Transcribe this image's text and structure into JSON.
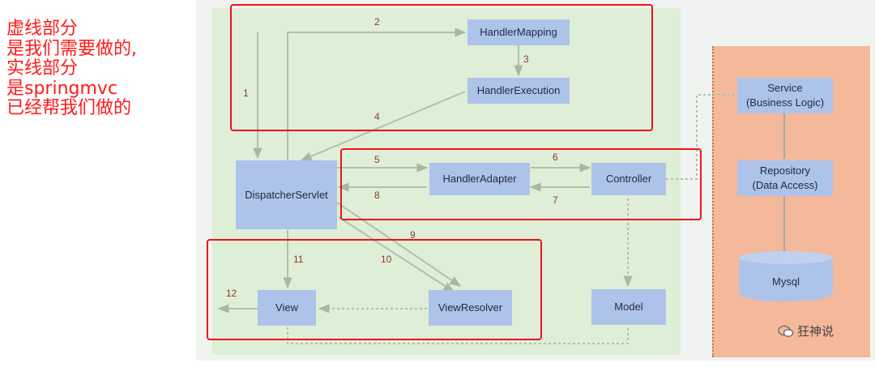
{
  "note": {
    "lines": [
      "虚线部分",
      "是我们需要做的,",
      "实线部分",
      "是springmvc",
      "已经帮我们做的"
    ],
    "color": "#ff1a1a"
  },
  "components": {
    "handler_mapping": "HandlerMapping",
    "handler_execution": "HandlerExecution",
    "dispatcher_servlet": "DispatcherServlet",
    "handler_adapter": "HandlerAdapter",
    "controller": "Controller",
    "view": "View",
    "view_resolver": "ViewResolver",
    "model": "Model",
    "service": "Service\n(Business Logic)",
    "repository": "Repository\n(Data Access)",
    "mysql": "Mysql"
  },
  "steps": [
    "1",
    "2",
    "3",
    "4",
    "5",
    "6",
    "7",
    "8",
    "9",
    "10",
    "11",
    "12"
  ],
  "watermark": "狂神说",
  "colors": {
    "box": "#aec3ea",
    "green_area": "#dfeed6",
    "orange_area": "#f4b89a",
    "highlight": "#e8141c",
    "step_number": "#8a3b2d"
  }
}
